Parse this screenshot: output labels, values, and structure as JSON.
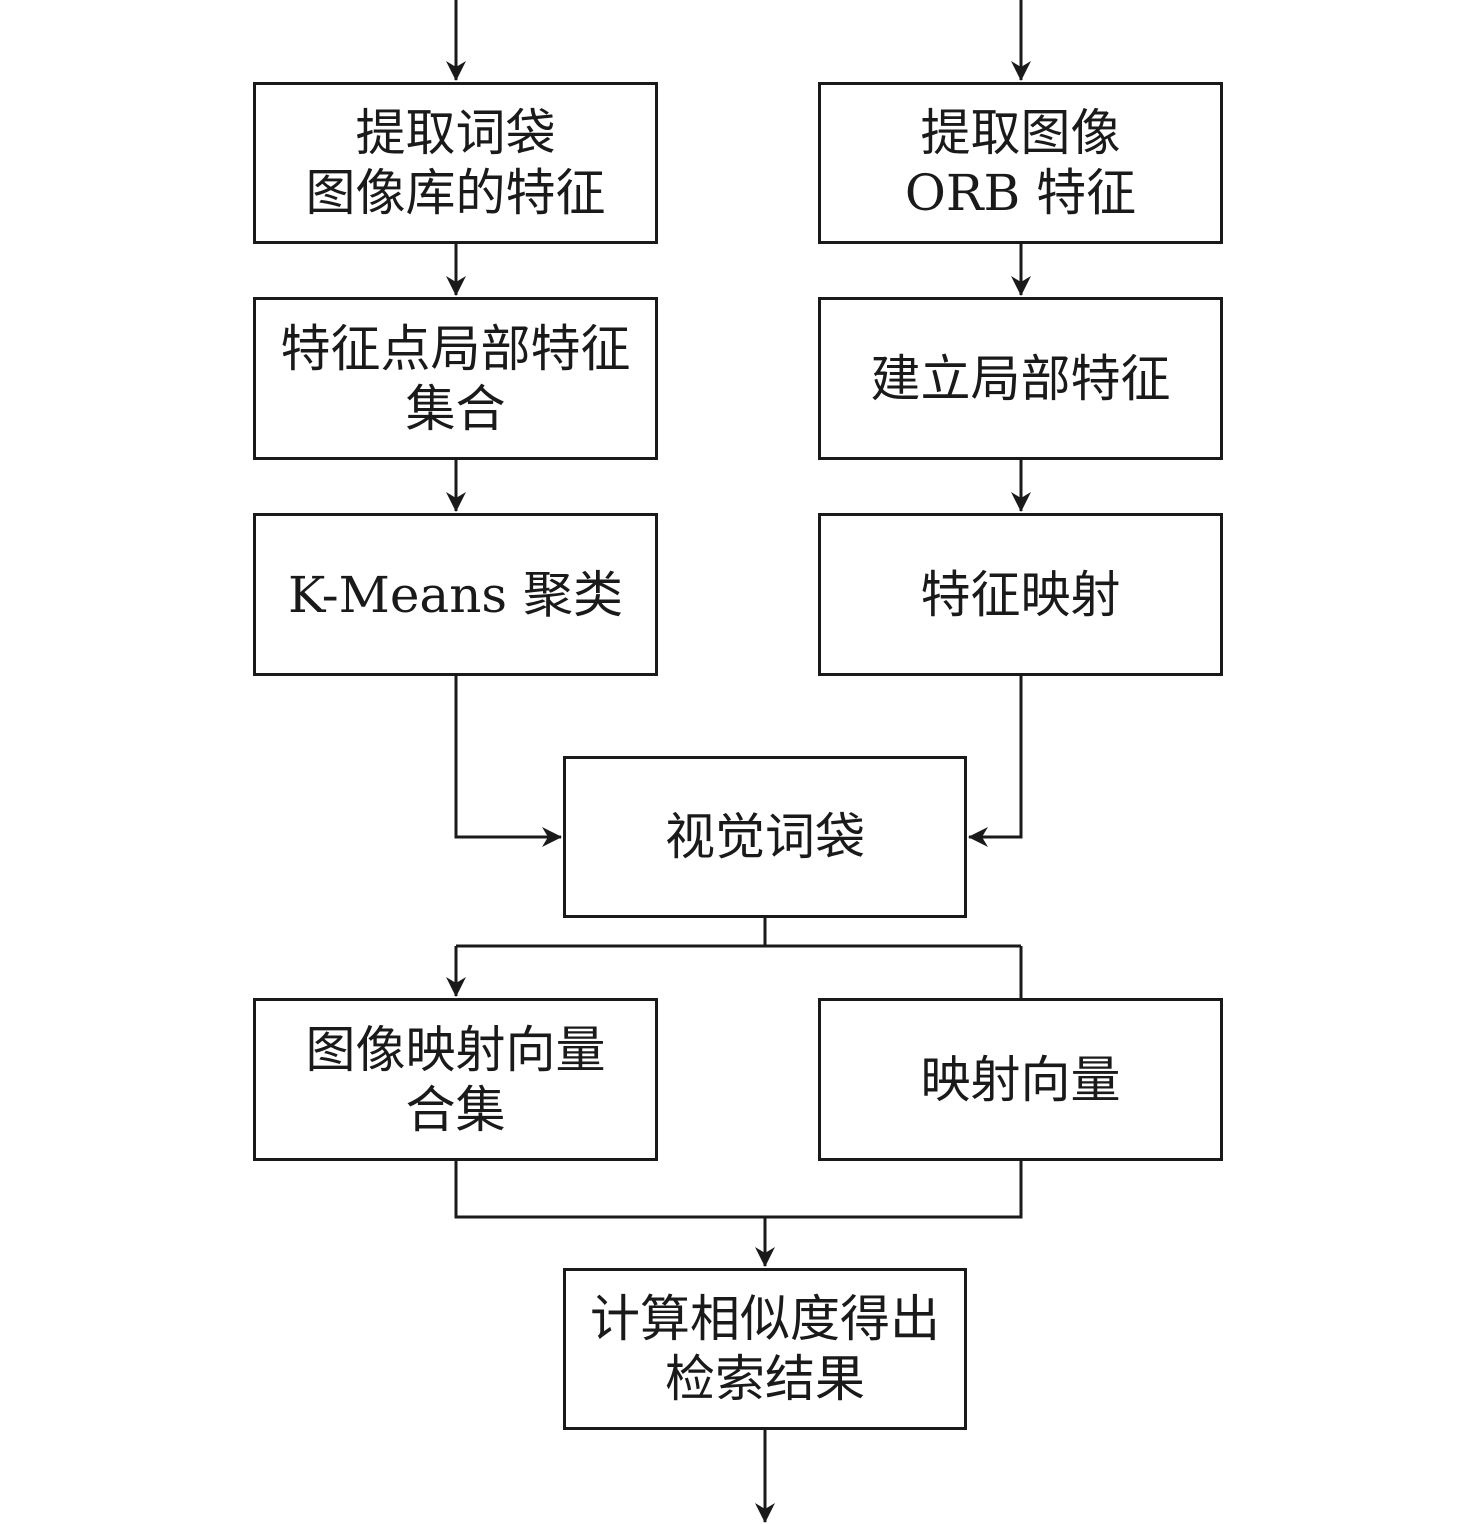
{
  "nodes": {
    "extract_bow_library_features": {
      "line1": "提取词袋",
      "line2": "图像库的特征"
    },
    "keypoint_local_feature_set": {
      "line1": "特征点局部特征",
      "line2": "集合"
    },
    "kmeans_clustering": {
      "line1": "K-Means 聚类"
    },
    "extract_orb_features": {
      "line1": "提取图像",
      "line2": "ORB 特征"
    },
    "build_local_features": {
      "line1": "建立局部特征"
    },
    "feature_mapping": {
      "line1": "特征映射"
    },
    "visual_bag_of_words": {
      "line1": "视觉词袋"
    },
    "image_mapping_vector_set": {
      "line1": "图像映射向量",
      "line2": "合集"
    },
    "mapping_vector": {
      "line1": "映射向量"
    },
    "compute_similarity_result": {
      "line1": "计算相似度得出",
      "line2": "检索结果"
    }
  },
  "edges": [
    {
      "from": "input-left",
      "to": "extract_bow_library_features"
    },
    {
      "from": "extract_bow_library_features",
      "to": "keypoint_local_feature_set"
    },
    {
      "from": "keypoint_local_feature_set",
      "to": "kmeans_clustering"
    },
    {
      "from": "kmeans_clustering",
      "to": "visual_bag_of_words"
    },
    {
      "from": "input-right",
      "to": "extract_orb_features"
    },
    {
      "from": "extract_orb_features",
      "to": "build_local_features"
    },
    {
      "from": "build_local_features",
      "to": "feature_mapping"
    },
    {
      "from": "feature_mapping",
      "to": "visual_bag_of_words"
    },
    {
      "from": "visual_bag_of_words",
      "to": "image_mapping_vector_set"
    },
    {
      "from": "visual_bag_of_words",
      "to": "mapping_vector"
    },
    {
      "from": "image_mapping_vector_set",
      "to": "compute_similarity_result"
    },
    {
      "from": "mapping_vector",
      "to": "compute_similarity_result"
    },
    {
      "from": "compute_similarity_result",
      "to": "output"
    }
  ],
  "colors": {
    "stroke": "#1a1a1a",
    "background": "#ffffff"
  }
}
